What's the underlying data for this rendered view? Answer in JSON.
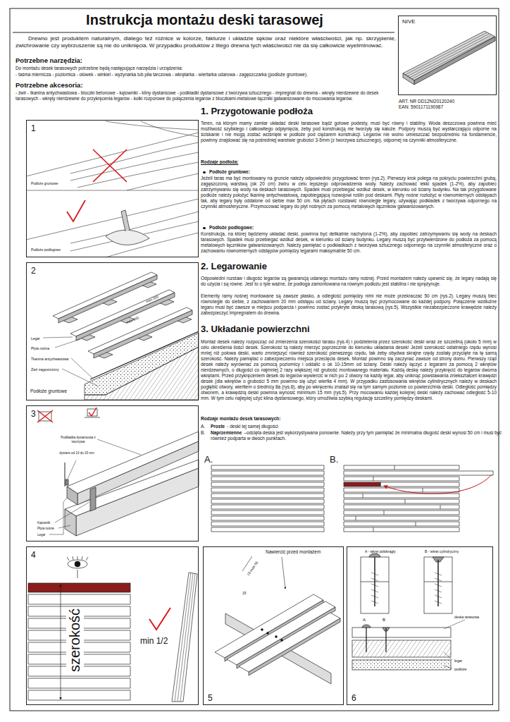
{
  "diagram": {
    "title": "Instrukcja montażu deski tarasowej",
    "nodes": [
      {
        "text": [
          "NIVE",
          "ART. NR DD12NI20120240",
          "EAN: 5901171190987"
        ]
      },
      {
        "text": [
          "1",
          "Podłoże gruntowe",
          "Podłoże podłogowe"
        ]
      },
      {
        "text": [
          "2",
          "max 500",
          "max 500",
          "Legar",
          "Płyta nośna",
          "Tkanina antychwastowa",
          "Żwir zagęszczony",
          "Podłoże gruntowe"
        ]
      },
      {
        "text": [
          "3",
          "Podkładka dystansowa z tworzywa",
          "dystans od 10 do 15 mm",
          "Kątownik",
          "Płyta nośna",
          "Legar"
        ]
      },
      {
        "text": [
          "4",
          "szerokość",
          "min 1/2"
        ]
      },
      {
        "text": [
          "5",
          "Nawiercić przed montażem",
          "15 max 65",
          "15"
        ]
      },
      {
        "text": [
          "6",
          "A - wkręt półokrągły",
          "B - wkręt cylindryczny",
          "deska tarasowa",
          "legar",
          "podłoże",
          "A",
          "B"
        ]
      }
    ],
    "labels": [
      "Drewno jest produktem naturalnym, dlatego też różnice w kolorze, fakturze i układzie sęków oraz niektóre właściwości, jak np. skrzypienie, zwichrowanie czy wybrzuszenie są nie do uniknięcia. W przypadku produktów z litego drewna tych właściwości nie da się całkowicie wyeliminować.",
      "Potrzebne narzędzia:",
      "Do montażu desek tarasowych potrzebne będą następujące narzędzia i urządzenia:",
      "- taśma miernicza - poziomica - ołówek - winkiel - wyżynarka lub piła tarczowa - wkrętarka - wiertarka udarowa - zagęszczarka (podłoże gruntowe).",
      "Potrzebne akcesoria:",
      "- żwir - tkanina antychwastowa - bloczki betonowe - kątowniki - kliny dystansowe - podkładki dystansowe z tworzywa sztucznego - impregnat do drewna - wkręty nierdzewne do desek tarasowych - wkręty nierdzewne do przykręcenia legarów - kołki rozporowe do połączenia legarów z bloczkami-metalowe łączniki galwanizowane do mocowania legarów.",
      "1. Przygotowanie podłoża",
      "Teren, na którym mamy zamiar układać deski tarasowe bądź gotowe podesty, musi być równy i stabilny. Woda deszczowa powinna mieć możliwość szybkiego i całkowitego odpłynięcia, żeby pod konstrukcją nie tworzyły się kałuże. Podpory muszą być wystarczająco odporne na ściskanie i nie mogą zostać wciśnięte w podłoże pod ciężarem konstrukcji. Legarów nie wolno umieszczać bezpośrednio na fundamencie, powinny znajdować się na pośredniej warstwie grubości 3-5mm (z tworzywa sztucznego), odpornej na czynniki atmosferyczne.",
      "Rodzaje podłoża:",
      "Podłoże gruntowe:",
      "Jeżeli taras ma być montowany na gruncie należy odpowiednio przygotować teren (rys.2). Pierwszy krok polega na pokryciu powierzchni grubą, zagęszczoną warstwą (ok 20 cm) żwiru w celu lepszego odprowadzenia wody. Należy zachować lekki spadek (1-2%), aby zapobiec zatrzymywaniu się wody na deskach tarasowych. Spadek musi przebiegać wzdłuż desek, w kierunku od ściany budynku. Na tak przygotowane podłoże należy położyć tkaninę antychwastową, zapobiegającą rozwojowi roślin pod deskami. Płyty nośne rozłożyć w równomiernych odstępach tak, aby legary były oddalone od siebie max 50 cm. Na płytach rozstawić równolegle legary, używając podkładek z tworzywa odpornego na czynniki atmosferyczne. Przymocować legary do płyt nośnych za pomocą metalowych łączników galwanizowanych.",
      "Podłoże podłogowe:",
      "Konstrukcja, na której będziemy układać deski, powinna być delikatnie nachylona (1-2%), aby zapobiec zatrzymywaniu się wody na deskach tarasowych. Spadek musi przebiegać wzdłuż desek, w kierunku od ściany budynku. Legary muszą być przytwierdzone do podłoża za pomocą metalowych łączników galwanizowanych. Należy pamiętać o podkładkach z tworzywa sztucznego odpornego na czynniki atmosferyczne oraz o zachowaniu równomiernych odstępów pomiędzy legarami maksymalnie 50 cm.",
      "2. Legarowanie",
      "Odpowiedni rozstaw i długość legarów są gwarancją udanego montażu ramy nośnej. Przed montażem należy upewnić się, że legary nadają się do użycia i są równe. Jest to o tyle ważne, że podłoga zamontowana na równym podłożu jest stabilna i nie sprężynuje.",
      "Elementy ramy nośnej montowane są zawsze płasko, a odległość pomiędzy nimi nie może przekraczać 50 cm (rys.2). Legary muszą biec równolegle do siebie, z zachowaniem 20 mm odstępu od ściany. Legary muszą być przymocowane do każdej podpory. Połączenie wzdłużne legaru musi być zawsze w miejscu podparcia i powinno zostać przykryte deską tarasową (rys.5). Wszystkie niezabezpieczone krawędzie należy zabezpieczyć impregnatem do drewna.",
      "3. Układanie powierzchni",
      "Montaż desek należy rozpocząć od zmierzenia szerokości tarasu (rys.4) i podzielenia przez szerokość deski wraz ze szczeliną (około 5 mm) w celu określenia ilości desek. Szerokość tą należy mierzyć poprzecznie do kierunku układania desek! Jeżeli szerokość ostatniego rzędu wynosi mniej niż połowa deski, warto zmniejszyć również szerokość pierwszego rzędu, tak żeby obydwa skrajne rzędy zostały przycięte na tę samą szerokość. Należy pamiętać o zabezpieczeniu miejsca przecięcia desek. Montaż powinno się zaczynać zawsze od strony domu. Pierwszy rząd desek należy wyrównać za pomocą poziomicy i oddalić o ok 10-15mm od ściany. Deski należy łączyć z legarami za pomocą 2 wkrętów nierdzewnych, o długości co najmniej 2 razy większej niż grubość montowanego materiału. Każdą deskę należy przykręcić do legarów dwoma wkrętami. Przed przykręceniem desek do legarów wywiercić w nich po 2 otwory na każdy legar, aby uniknąć powstawania zniekształceń krawędzi desek (dla wkrętów o grubości 5 mm powinno się użyć wiertła 4 mm). W przypadku zastosowania wkrętów cylindrycznych należy w deskach pogłębić otwory, wiertłem o średnicy 8a (rys.6), aby po wkręceniu znalazł się na tym samym poziomie co powierzchnia deski. Odległość pomiędzy otworem, a krawędzią deski powinna wynosić minimum 15 mm (rys.5). Przy mocowaniu każdej kolejnej deski należy zachować odległość 5-10 mm. W tym celu najlepiej użyć klina dystansowego, który umożliwia szybką regulację szczeliny pomiędzy deskami.",
      "Rodzaje montażu desek tarasowych:",
      "A.",
      "Proste",
      "- deski tej samej długości",
      "B.",
      "Naprzemienne",
      "–odcięta deska jest wykorzystywana ponownie. Należy przy tym pamiętać że minimalna długość deski wynosi 50 cm i musi być również podparta w dwóch punktach.",
      "A.",
      "B."
    ]
  }
}
